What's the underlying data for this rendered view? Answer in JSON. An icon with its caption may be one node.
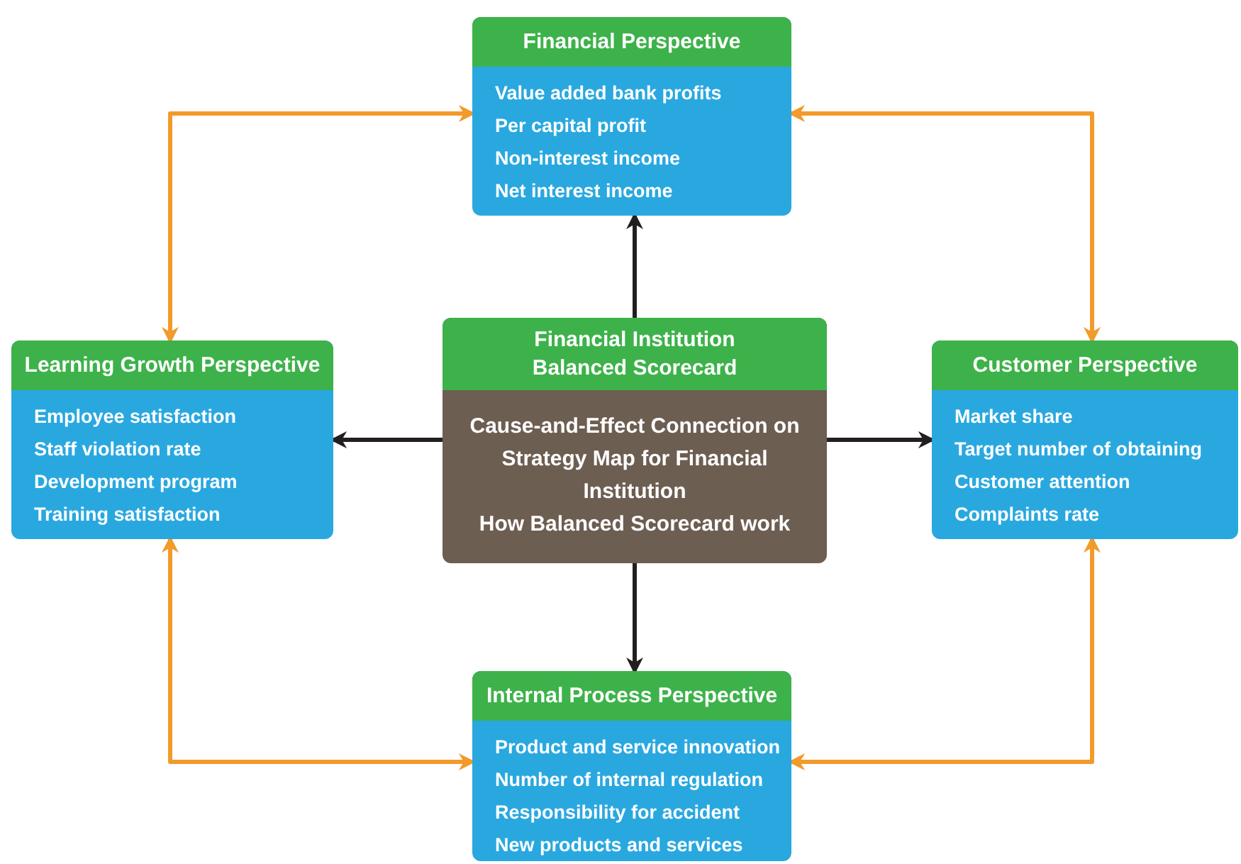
{
  "diagram": {
    "nodes": [
      {
        "text": [
          "Financial Perspective",
          "Value added bank profits",
          "Per capital profit",
          "Non-interest income",
          "Net interest income"
        ]
      },
      {
        "text": [
          "Learning Growth Perspective",
          "Employee satisfaction",
          "Staff violation rate",
          "Development program",
          "Training satisfaction"
        ]
      },
      {
        "text": [
          "Financial Institution Balanced Scorecard",
          "Cause-and-Effect Connection on Strategy Map for Financial Institution",
          "How Balanced Scorecard work"
        ]
      },
      {
        "text": [
          "Customer Perspective",
          "Market share",
          "Target number of obtaining",
          "Customer attention",
          "Complaints rate"
        ]
      },
      {
        "text": [
          "Internal Process Perspective",
          "Product and service innovation",
          "Number of internal regulation",
          "Responsibility for accident",
          "New products and services"
        ]
      }
    ],
    "edges": [
      {
        "from": 2,
        "to": 0,
        "arrow": "to"
      },
      {
        "from": 2,
        "to": 1,
        "arrow": "to"
      },
      {
        "from": 2,
        "to": 3,
        "arrow": "to"
      },
      {
        "from": 2,
        "to": 4,
        "arrow": "to"
      },
      {
        "from": 0,
        "to": 1,
        "arrow": "both",
        "color": "#f39a2b"
      },
      {
        "from": 0,
        "to": 3,
        "arrow": "both",
        "color": "#f39a2b"
      },
      {
        "from": 1,
        "to": 4,
        "arrow": "both",
        "color": "#f39a2b"
      },
      {
        "from": 3,
        "to": 4,
        "arrow": "both",
        "color": "#f39a2b"
      }
    ]
  }
}
